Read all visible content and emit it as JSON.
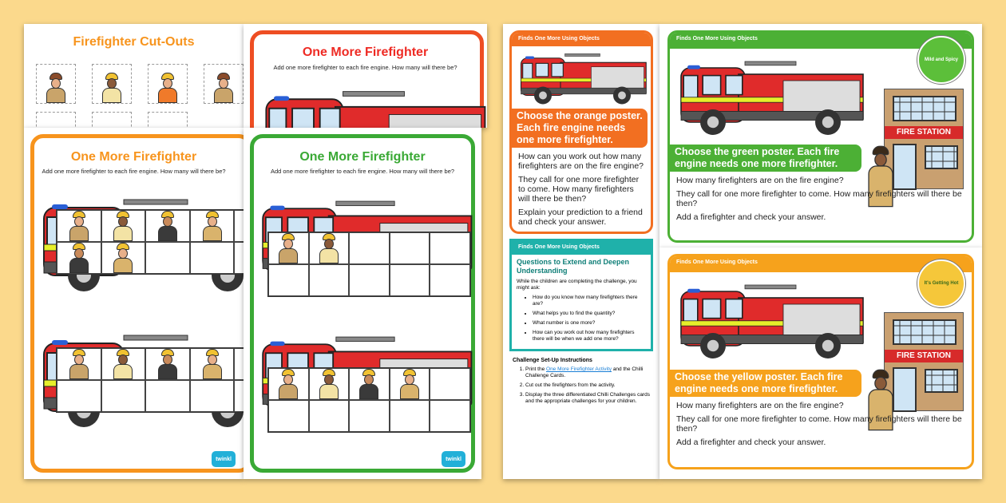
{
  "cutouts_sheet": {
    "title": "Firefighter Cut-Outs"
  },
  "poster_red": {
    "title": "One More Firefighter",
    "subtitle": "Add one more firefighter to each fire engine. How many will there be?",
    "color": "#ee4e23"
  },
  "poster_orange": {
    "title": "One More Firefighter",
    "subtitle": "Add one more firefighter to each fire engine. How many will there be?",
    "color": "#f7941d",
    "logo": "twinkl",
    "engine1_firefighters": [
      5,
      2
    ],
    "engine2_firefighters": [
      5,
      0
    ]
  },
  "poster_green": {
    "title": "One More Firefighter",
    "subtitle": "Add one more firefighter to each fire engine. How many will there be?",
    "color": "#3aa935",
    "logo": "twinkl",
    "engine1_firefighters": [
      2,
      0
    ],
    "engine2_firefighters": [
      4,
      0
    ]
  },
  "card_orange": {
    "header": "Finds One More Using Objects",
    "banner": "Choose the orange poster. Each fire engine needs one more firefighter.",
    "questions": [
      "How can you work out how many firefighters are on the fire engine?",
      "They call for one more firefighter to come. How many firefighters will there be then?",
      "Explain your prediction to a friend and check your answer."
    ],
    "color": "#f26f21"
  },
  "card_teal": {
    "header": "Finds One More Using Objects",
    "title": "Questions to Extend and Deepen Understanding",
    "intro": "While the children are completing the challenge, you might ask:",
    "bullets": [
      "How do you know how many firefighters there are?",
      "What helps you to find the quantity?",
      "What number is one more?",
      "How can you work out how many firefighters there will be when we add one more?"
    ],
    "color": "#1fb1aa"
  },
  "instructions": {
    "title": "Challenge Set-Up Instructions",
    "step1_pre": "Print the ",
    "step1_link": "One More Firefighter Activity",
    "step1_post": " and the Chilli Challenge Cards.",
    "step2": "Cut out the firefighters from the activity.",
    "step3": "Display the three differentiated Chilli Challenges cards and the appropriate challenges for your children."
  },
  "card_green": {
    "header": "Finds One More Using Objects",
    "banner": "Choose the green poster. Each fire engine needs one more firefighter.",
    "questions": [
      "How many firefighters are on the fire engine?",
      "They call for one more firefighter to come. How many firefighters will there be then?",
      "Add a firefighter and check your answer."
    ],
    "badge": "Mild and Spicy",
    "station_sign": "FIRE STATION",
    "color": "#4cb035"
  },
  "card_yellow": {
    "header": "Finds One More Using Objects",
    "banner": "Choose the yellow poster. Each fire engine needs one more firefighter.",
    "questions": [
      "How many firefighters are on the fire engine?",
      "They call for one more firefighter to come. How many firefighters will there be then?",
      "Add a firefighter and check your answer."
    ],
    "badge": "It's Getting Hot",
    "station_sign": "FIRE STATION",
    "color": "#f6a21c"
  }
}
